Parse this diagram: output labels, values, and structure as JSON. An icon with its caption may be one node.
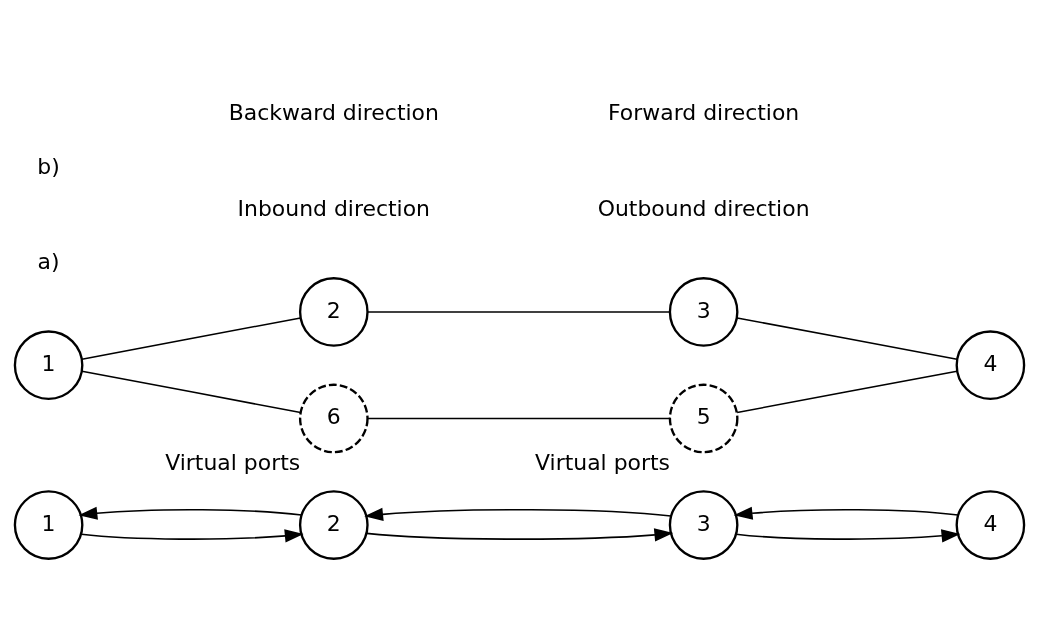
{
  "diagram": {
    "nodes": [
      {
        "text": [
          "1"
        ]
      },
      {
        "text": [
          "2"
        ]
      },
      {
        "text": [
          "3"
        ]
      },
      {
        "text": [
          "4"
        ]
      },
      {
        "text": [
          "1"
        ]
      },
      {
        "text": [
          "2"
        ]
      },
      {
        "text": [
          "3"
        ]
      },
      {
        "text": [
          "4"
        ]
      },
      {
        "text": [
          "5"
        ],
        "beside": [
          "Virtual ports"
        ]
      },
      {
        "text": [
          "6"
        ],
        "beside": [
          "Virtual ports"
        ]
      }
    ],
    "edges": [
      {
        "from": 0,
        "to": 1,
        "arrow": "to"
      },
      {
        "from": 1,
        "to": 2,
        "arrow": "to"
      },
      {
        "from": 2,
        "to": 3,
        "arrow": "to"
      },
      {
        "from": 1,
        "to": 0,
        "arrow": "to"
      },
      {
        "from": 2,
        "to": 1,
        "arrow": "to"
      },
      {
        "from": 3,
        "to": 2,
        "arrow": "to"
      },
      {
        "from": 4,
        "to": 5,
        "arrow": "none"
      },
      {
        "from": 5,
        "to": 6,
        "arrow": "none"
      },
      {
        "from": 6,
        "to": 7,
        "arrow": "none"
      },
      {
        "from": 7,
        "to": 8,
        "arrow": "none"
      },
      {
        "from": 8,
        "to": 9,
        "arrow": "none"
      },
      {
        "from": 9,
        "to": 4,
        "arrow": "none"
      }
    ],
    "labels": [
      "a)",
      "Outbound direction",
      "Inbound direction",
      "b)",
      "Forward direction",
      "Backward direction"
    ]
  }
}
